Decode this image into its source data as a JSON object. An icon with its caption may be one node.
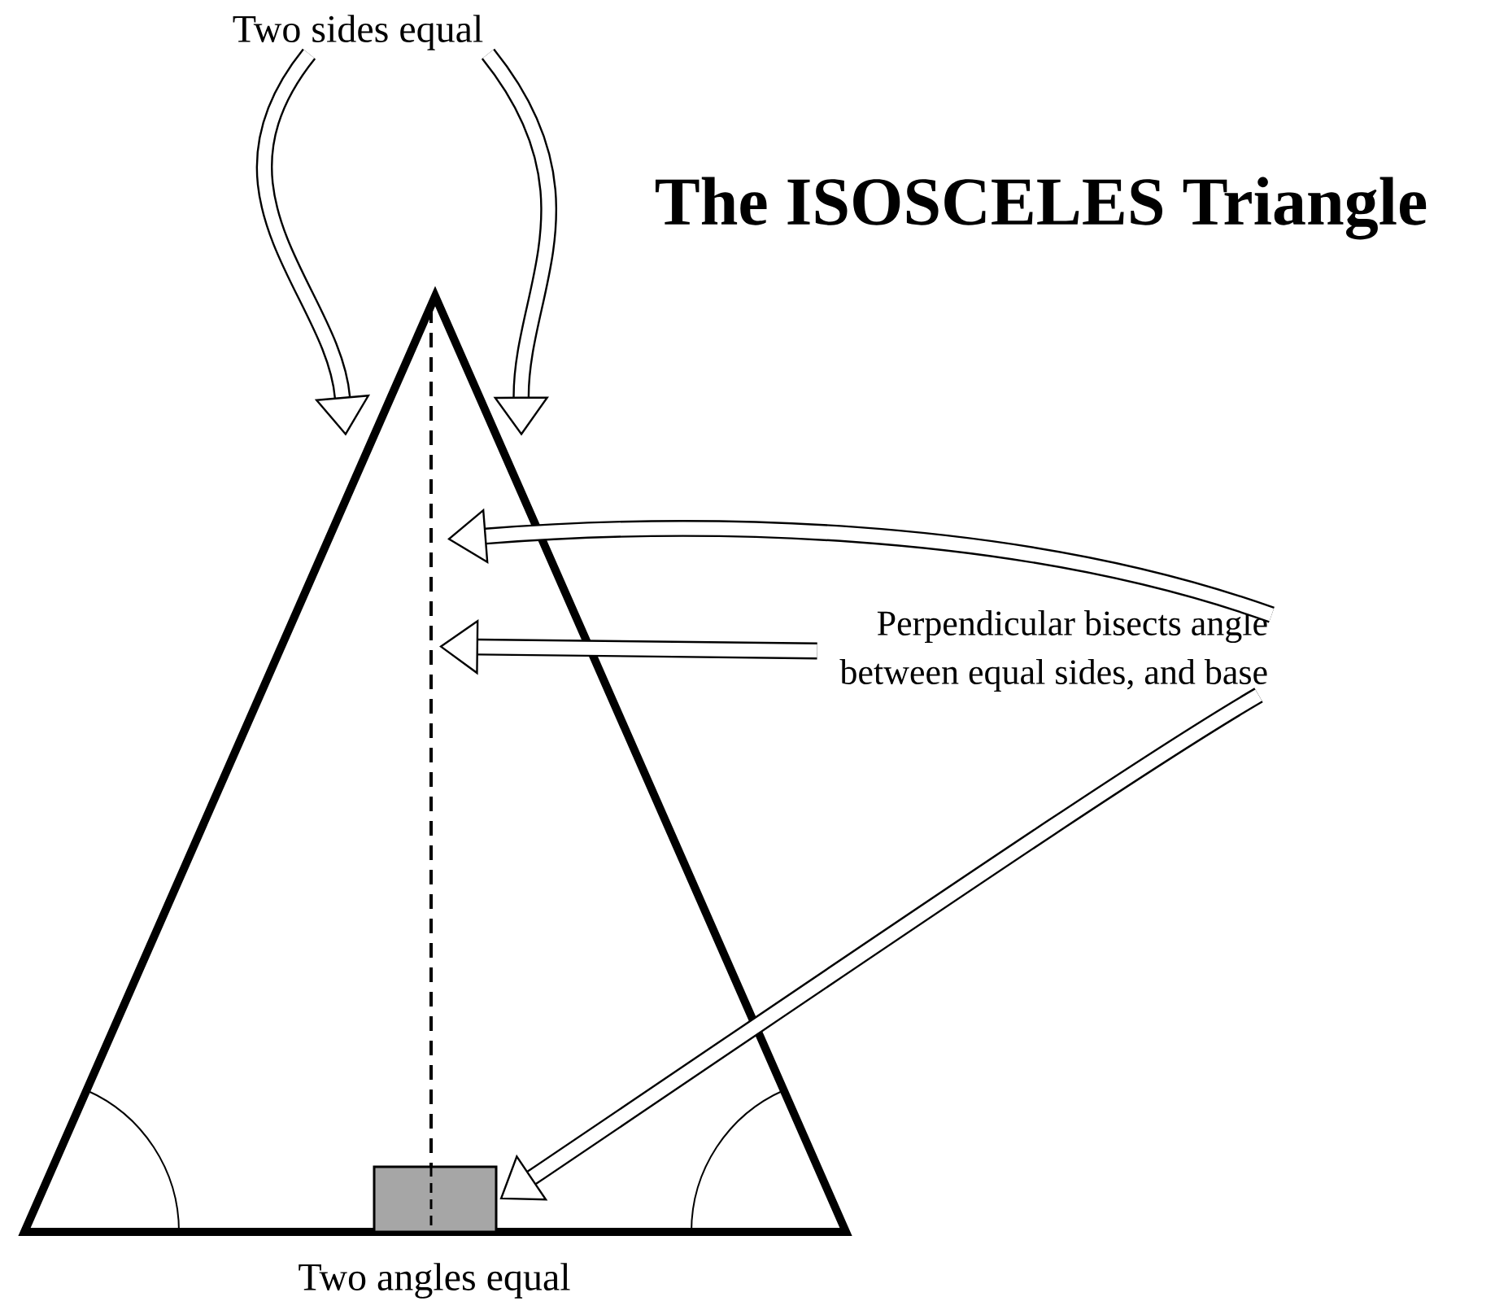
{
  "diagram": {
    "title": "The ISOSCELES Triangle",
    "nodes": [
      {
        "text": [
          "Two sides equal"
        ]
      },
      {
        "text": [
          "Perpendicular bisects angle between equal sides, and base"
        ]
      },
      {
        "text": [],
        "shape": "triangle"
      },
      {
        "text": [],
        "shape": "line",
        "in": 2
      },
      {
        "text": [],
        "shape": "box",
        "in": 2
      }
    ],
    "edges": [
      {
        "from": 0,
        "to": 2,
        "arrow": "to"
      },
      {
        "from": 0,
        "to": 2,
        "arrow": "to"
      },
      {
        "from": 1,
        "to": 3,
        "arrow": "to"
      },
      {
        "from": 1,
        "to": 3,
        "arrow": "to"
      },
      {
        "from": 1,
        "to": 4,
        "arrow": "to"
      }
    ],
    "labels": [
      "Two angles equal"
    ]
  }
}
